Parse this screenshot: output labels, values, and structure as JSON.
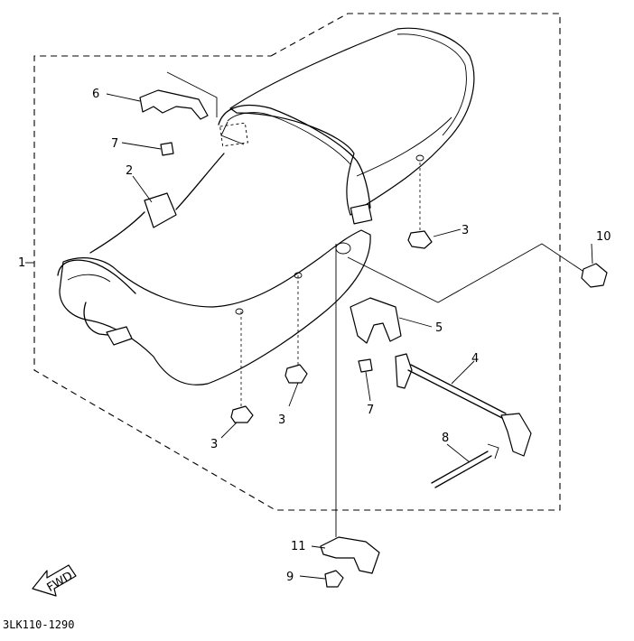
{
  "diagram": {
    "code": "3LK110-1290",
    "fwd": "FWD",
    "callouts": [
      {
        "id": "c1",
        "text": "1"
      },
      {
        "id": "c2",
        "text": "2"
      },
      {
        "id": "c3a",
        "text": "3"
      },
      {
        "id": "c3b",
        "text": "3"
      },
      {
        "id": "c3c",
        "text": "3"
      },
      {
        "id": "c4",
        "text": "4"
      },
      {
        "id": "c5",
        "text": "5"
      },
      {
        "id": "c6",
        "text": "6"
      },
      {
        "id": "c7a",
        "text": "7"
      },
      {
        "id": "c7b",
        "text": "7"
      },
      {
        "id": "c8",
        "text": "8"
      },
      {
        "id": "c9",
        "text": "9"
      },
      {
        "id": "c10",
        "text": "10"
      },
      {
        "id": "c11",
        "text": "11"
      }
    ]
  }
}
